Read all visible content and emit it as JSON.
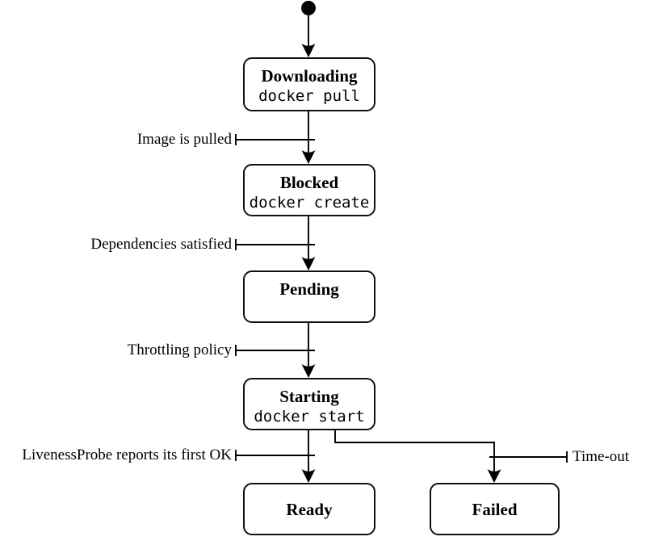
{
  "diagram": {
    "kind": "state-machine",
    "states": [
      {
        "name": "Downloading",
        "command": "docker pull"
      },
      {
        "name": "Blocked",
        "command": "docker create"
      },
      {
        "name": "Pending",
        "command": ""
      },
      {
        "name": "Starting",
        "command": "docker start"
      },
      {
        "name": "Ready",
        "command": ""
      },
      {
        "name": "Failed",
        "command": ""
      }
    ],
    "transitions": [
      {
        "from": "start",
        "to": "Downloading",
        "label": ""
      },
      {
        "from": "Downloading",
        "to": "Blocked",
        "label": "Image is pulled"
      },
      {
        "from": "Blocked",
        "to": "Pending",
        "label": "Dependencies satisfied"
      },
      {
        "from": "Pending",
        "to": "Starting",
        "label": "Throttling policy"
      },
      {
        "from": "Starting",
        "to": "Ready",
        "label": "LivenessProbe reports its first OK"
      },
      {
        "from": "Starting",
        "to": "Failed",
        "label": "Time-out"
      }
    ],
    "colors": {
      "line": "#000000",
      "text": "#000000",
      "background": "#ffffff",
      "state_fill": "#ffffff"
    }
  }
}
